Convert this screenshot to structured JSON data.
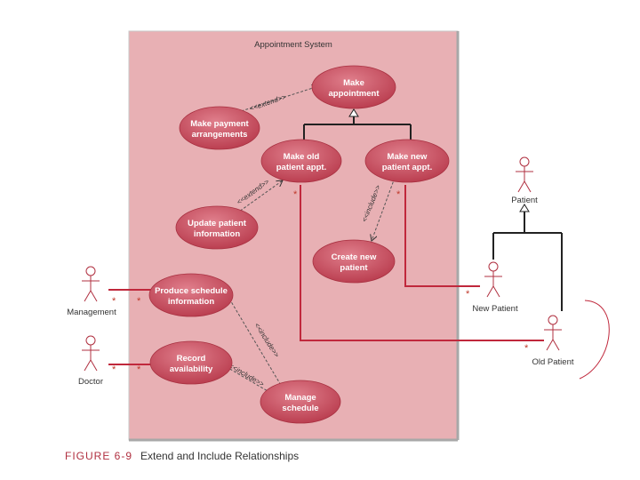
{
  "system_title": "Appointment System",
  "use_cases": {
    "make_appointment": [
      "Make",
      "appointment"
    ],
    "make_payment": [
      "Make payment",
      "arrangements"
    ],
    "make_old": [
      "Make old",
      "patient appt."
    ],
    "make_new": [
      "Make new",
      "patient appt."
    ],
    "update_patient": [
      "Update patient",
      "information"
    ],
    "create_new": [
      "Create new",
      "patient"
    ],
    "produce_schedule": [
      "Produce schedule",
      "information"
    ],
    "record_availability": [
      "Record",
      "availability"
    ],
    "manage_schedule": [
      "Manage",
      "schedule"
    ]
  },
  "stereotypes": {
    "extend_payment": "<<extend>>",
    "extend_update": "<<extend>>",
    "include_create": "<<include>>",
    "include_produce": "<<include>>",
    "include_record": "<<include>>"
  },
  "actors": {
    "patient": "Patient",
    "new_patient": "New Patient",
    "old_patient": "Old Patient",
    "management": "Management",
    "doctor": "Doctor"
  },
  "multiplicity": "*",
  "caption": {
    "figure": "FIGURE 6-9",
    "title": "Extend and Include Relationships"
  },
  "colors": {
    "system_fill": "#e8b0b4",
    "use_case_fill": "#c94a5a",
    "association": "#c0283c",
    "generalization": "#222222"
  }
}
